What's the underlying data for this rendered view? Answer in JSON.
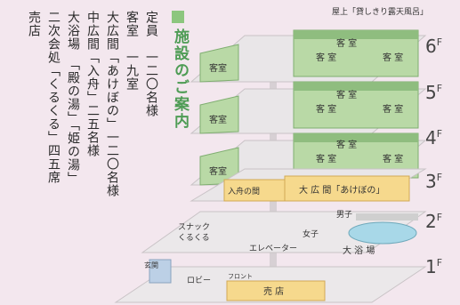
{
  "info_lines": [
    "定員　一二〇名様",
    "客室　一九室",
    "大広間「あけぼの」一二〇名様",
    "中広間「入舟」二五名様",
    "大浴場　「殿の湯」「姫の湯」",
    "二次会処「くるくる」四五席",
    "売店"
  ],
  "title": "施設のご案内",
  "rooftop_label": "屋上「貸しきり露天風呂」",
  "rooms": {
    "guest_room": "客室",
    "guest_room_spaced": "客 室",
    "irifune": "入舟の間",
    "akebono": "大 広 間「あけぼの」",
    "snack": "スナック",
    "kurukuru": "くるくる",
    "elevator": "エレベーター",
    "male": "男子",
    "female": "女子",
    "bath": "大 浴 場",
    "entrance": "玄関",
    "lobby": "ロビー",
    "front": "フロント",
    "shop": "売 店"
  },
  "floors": [
    {
      "num": "6",
      "suffix": "F"
    },
    {
      "num": "5",
      "suffix": "F"
    },
    {
      "num": "4",
      "suffix": "F"
    },
    {
      "num": "3",
      "suffix": "F"
    },
    {
      "num": "2",
      "suffix": "F"
    },
    {
      "num": "1",
      "suffix": "F"
    }
  ],
  "colors": {
    "background": "#f3e7ee",
    "room_green": "#b9d9a6",
    "room_green_dark": "#8fbd7f",
    "slab": "#e6e3e5",
    "hall_yellow": "#f6d98d",
    "title_green": "#4e9c55"
  }
}
